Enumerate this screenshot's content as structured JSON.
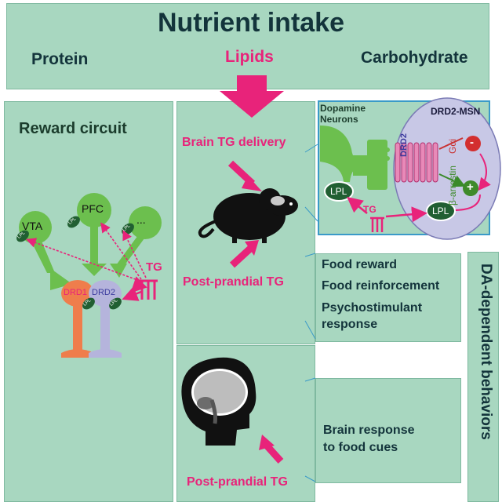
{
  "header": {
    "title": "Nutrient intake",
    "nutrients": [
      "Protein",
      "Lipids",
      "Carbohydrate"
    ]
  },
  "reward_circuit": {
    "title": "Reward circuit",
    "regions": [
      "VTA",
      "PFC",
      "..."
    ],
    "receptors": [
      "DRD1",
      "DRD2"
    ],
    "small_label": "LPL",
    "tg_label": "TG"
  },
  "middle": {
    "brain_tg_delivery": "Brain TG delivery",
    "post_prandial_tg_1": "Post-prandial TG",
    "post_prandial_tg_2": "Post-prandial TG"
  },
  "synapse": {
    "dopamine_neurons": [
      "Dopamine",
      "Neurons"
    ],
    "drd2_msn": "DRD2-MSN",
    "drd2": "DRD2",
    "beta_arrestin": "β-arrestin",
    "g_alpha_i": "Gαi",
    "lpl": "LPL",
    "tg": "TG",
    "minus": "-",
    "plus": "+"
  },
  "behaviors": {
    "items": [
      "Food reward",
      "Food reinforcement",
      "Psychostimulant",
      "response"
    ],
    "brain_response": [
      "Brain response",
      "to food cues"
    ],
    "side_label": "DA-dependent behaviors"
  },
  "colors": {
    "panel": "#a8d7c0",
    "magenta": "#e8237a",
    "green": "#6cbf4e",
    "dark_green": "#215f32",
    "title": "#13343b"
  }
}
